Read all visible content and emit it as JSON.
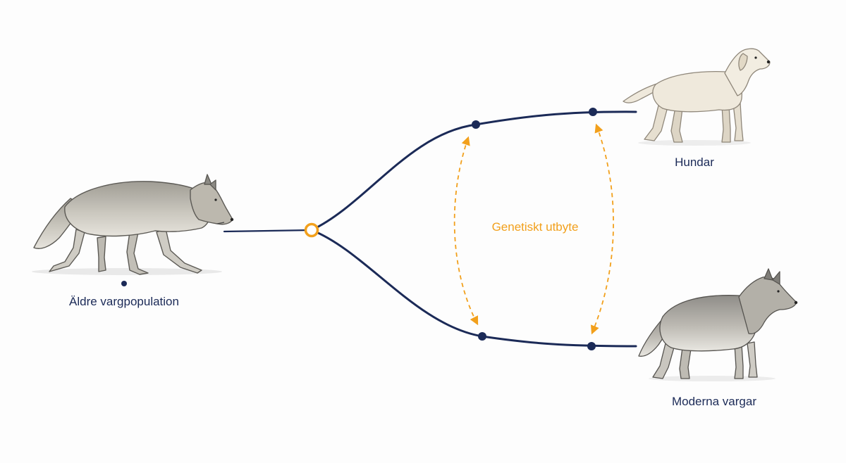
{
  "diagram": {
    "ancestor_label": "Äldre vargpopulation",
    "dog_label": "Hundar",
    "wolf_label": "Moderna vargar",
    "exchange_label": "Genetiskt utbyte"
  },
  "colors": {
    "branch": "#1b2a57",
    "split_node": "#f2a01c",
    "exchange_arrow": "#f2a01c",
    "label_text": "#1b2a57",
    "exchange_text": "#f2a01c",
    "dog_fill": "#efe9dc",
    "wolf_fill": "#b9b6ad"
  },
  "icons": {
    "ancestor": "gray-wolf-walking",
    "dog": "labrador-dog",
    "wolf": "gray-wolf-standing"
  }
}
